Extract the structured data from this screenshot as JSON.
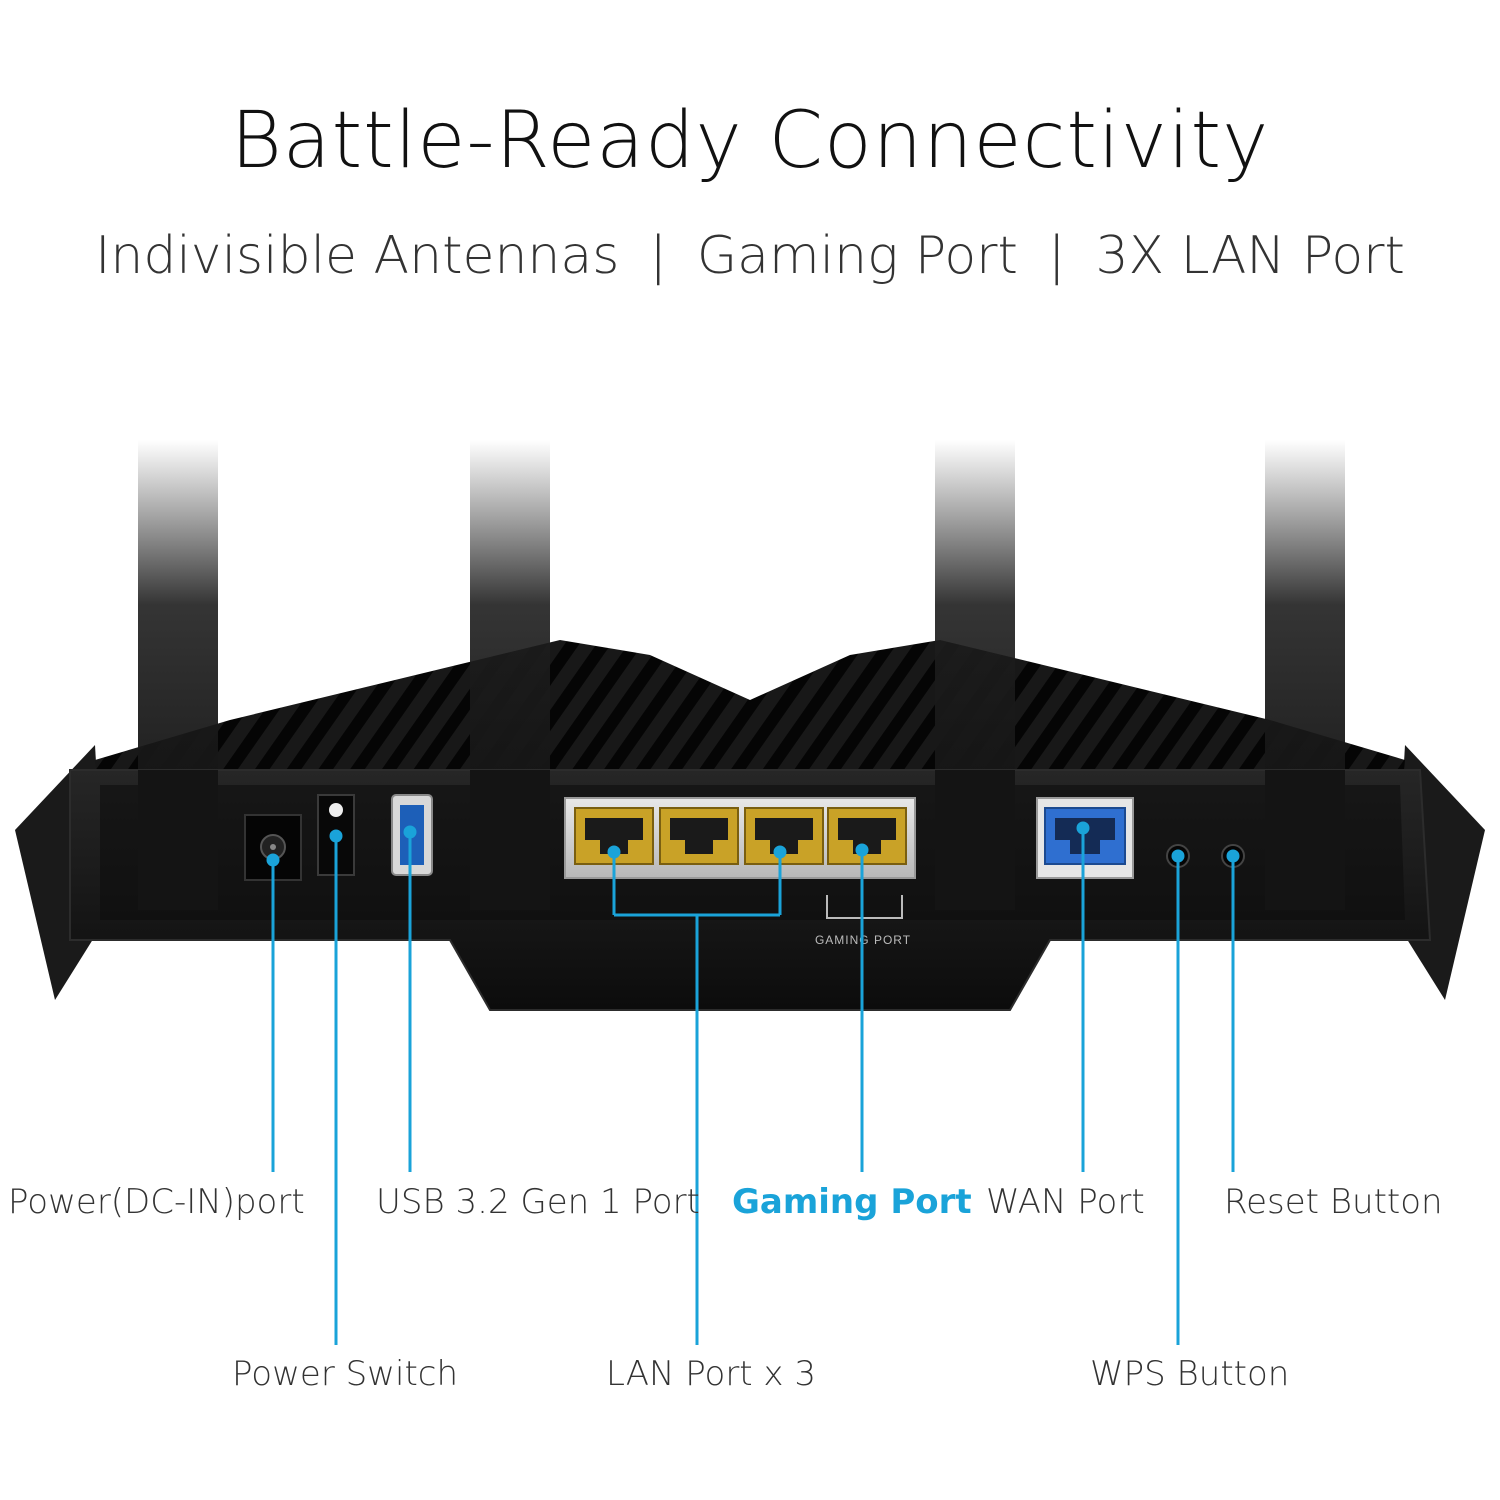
{
  "title": "Battle-Ready Connectivity",
  "subtitle": {
    "features": [
      "Indivisible Antennas",
      "Gaming Port",
      "3X LAN Port"
    ],
    "separator": "|"
  },
  "device_text": {
    "gaming_port_bracket": "GAMING PORT"
  },
  "callouts": [
    {
      "id": "power-port",
      "label": "Power(DC-IN)port",
      "accent": false
    },
    {
      "id": "power-switch",
      "label": "Power Switch",
      "accent": false
    },
    {
      "id": "usb-port",
      "label": "USB 3.2 Gen 1 Port",
      "accent": false
    },
    {
      "id": "lan-ports",
      "label": "LAN Port x 3",
      "accent": false
    },
    {
      "id": "gaming-port",
      "label": "Gaming Port",
      "accent": true
    },
    {
      "id": "wan-port",
      "label": "WAN Port",
      "accent": false
    },
    {
      "id": "wps-button",
      "label": "WPS Button",
      "accent": false
    },
    {
      "id": "reset-button",
      "label": "Reset Button",
      "accent": false
    }
  ],
  "colors": {
    "callout_line": "#1aa3d9",
    "accent_text": "#1aa3d9",
    "router_body": "#141414",
    "lan_port": "#c9a227",
    "wan_port": "#2f6fd0",
    "text": "#333333"
  }
}
